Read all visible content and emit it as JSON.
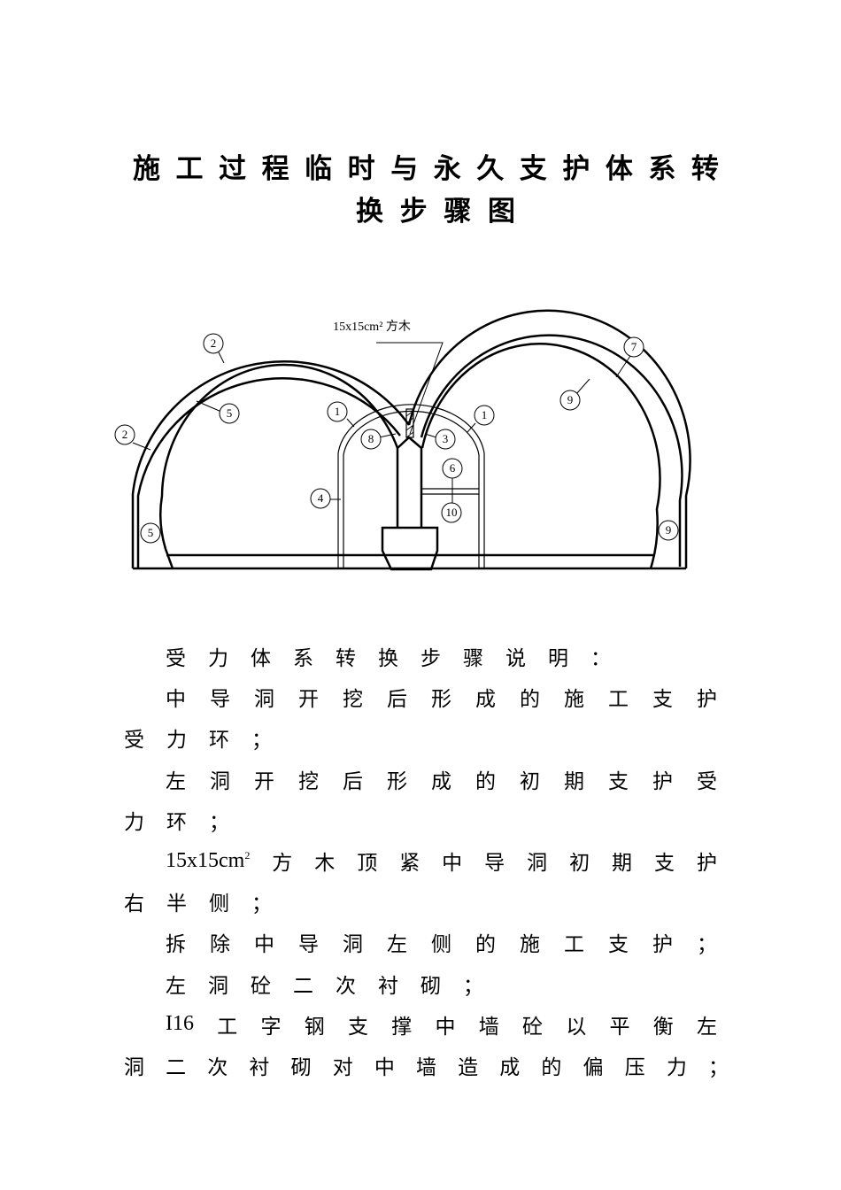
{
  "title": {
    "line1": "施工过程临时与永久支护体系转",
    "line2": "换步骤图"
  },
  "diagram": {
    "callout": "15x15cm² 方木",
    "labels": [
      "2",
      "2",
      "5",
      "5",
      "1",
      "1",
      "8",
      "3",
      "6",
      "10",
      "4",
      "7",
      "9",
      "9"
    ]
  },
  "body": {
    "lines": [
      {
        "tokens": [
          "受",
          "力",
          "体",
          "系",
          "转",
          "换",
          "步",
          "骤",
          "说",
          "明",
          "："
        ],
        "indent": true,
        "full": false
      },
      {
        "tokens": [
          "中",
          "导",
          "洞",
          "开",
          "挖",
          "后",
          "形",
          "成",
          "的",
          "施",
          "工",
          "支",
          "护"
        ],
        "indent": true,
        "full": true
      },
      {
        "tokens": [
          "受",
          "力",
          "环",
          "；"
        ],
        "indent": false,
        "full": false
      },
      {
        "tokens": [
          "左",
          "洞",
          "开",
          "挖",
          "后",
          "形",
          "成",
          "的",
          "初",
          "期",
          "支",
          "护",
          "受"
        ],
        "indent": true,
        "full": true
      },
      {
        "tokens": [
          "力",
          "环",
          "；"
        ],
        "indent": false,
        "full": false
      },
      {
        "tokens": [
          "15x15cm²",
          "方",
          "木",
          "顶",
          "紧",
          "中",
          "导",
          "洞",
          "初",
          "期",
          "支",
          "护"
        ],
        "indent": true,
        "full": true
      },
      {
        "tokens": [
          "右",
          "半",
          "侧",
          "；"
        ],
        "indent": false,
        "full": false
      },
      {
        "tokens": [
          "拆",
          "除",
          "中",
          "导",
          "洞",
          "左",
          "侧",
          "的",
          "施",
          "工",
          "支",
          "护",
          "；"
        ],
        "indent": true,
        "full": true
      },
      {
        "tokens": [
          "左",
          "洞",
          "砼",
          "二",
          "次",
          "衬",
          "砌",
          "；"
        ],
        "indent": true,
        "full": false
      },
      {
        "tokens": [
          "I16",
          "工",
          "字",
          "钢",
          "支",
          "撑",
          "中",
          "墙",
          "砼",
          "以",
          "平",
          "衡",
          "左"
        ],
        "indent": true,
        "full": true
      },
      {
        "tokens": [
          "洞",
          "二",
          "次",
          "衬",
          "砌",
          "对",
          "中",
          "墙",
          "造",
          "成",
          "的",
          "偏",
          "压",
          "力",
          "；"
        ],
        "indent": false,
        "full": true
      }
    ]
  }
}
